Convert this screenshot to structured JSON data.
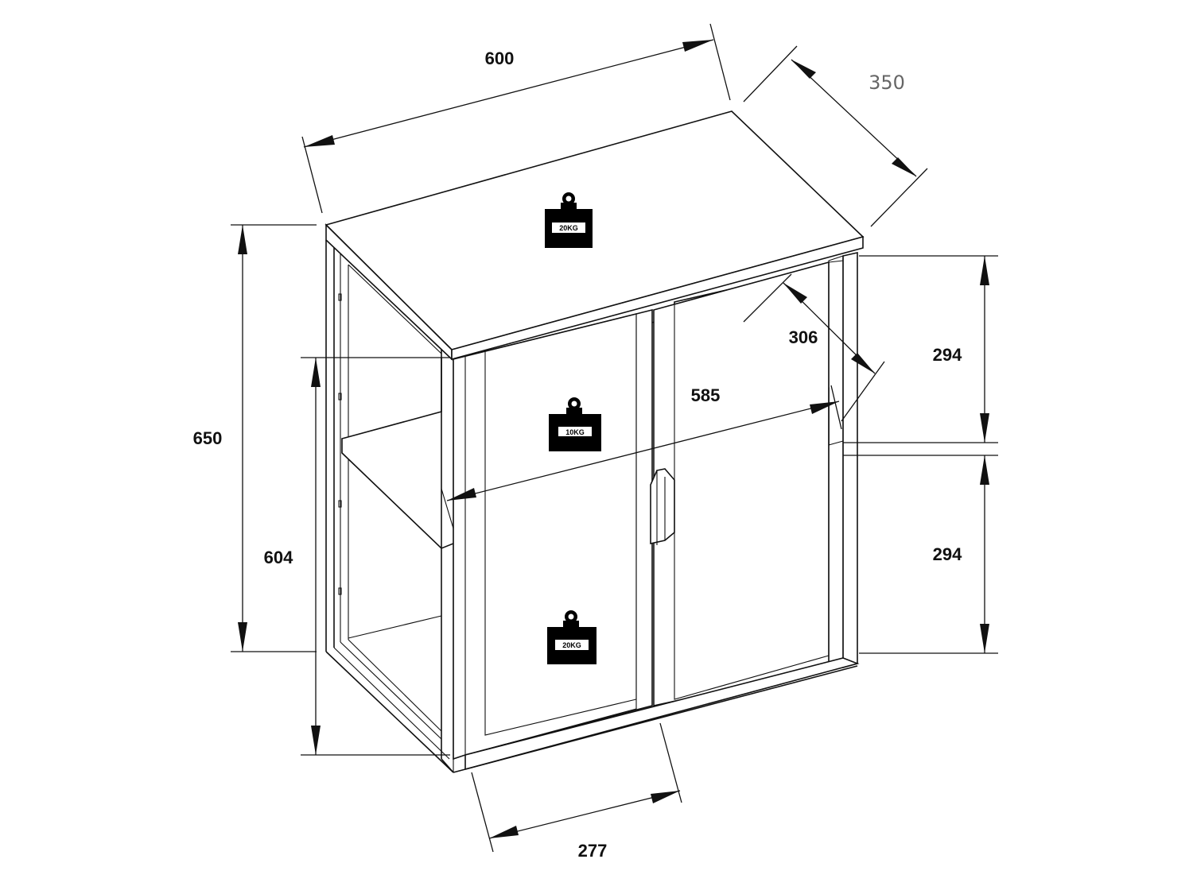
{
  "dimensions": {
    "width": "600",
    "depth": "350",
    "height": "650",
    "inner_height": "604",
    "shelf_depth": "306",
    "shelf_width": "585",
    "upper_compartment": "294",
    "lower_compartment": "294",
    "door_width": "277"
  },
  "weights": {
    "top": "20KG",
    "shelf": "10KG",
    "bottom": "20KG"
  },
  "colors": {
    "line": "#111111",
    "depth_label": "#666666",
    "weight_icon": "#000000"
  },
  "icons": {
    "weight": "kettlebell-weight-icon",
    "door_handle": "door-handle-icon"
  }
}
